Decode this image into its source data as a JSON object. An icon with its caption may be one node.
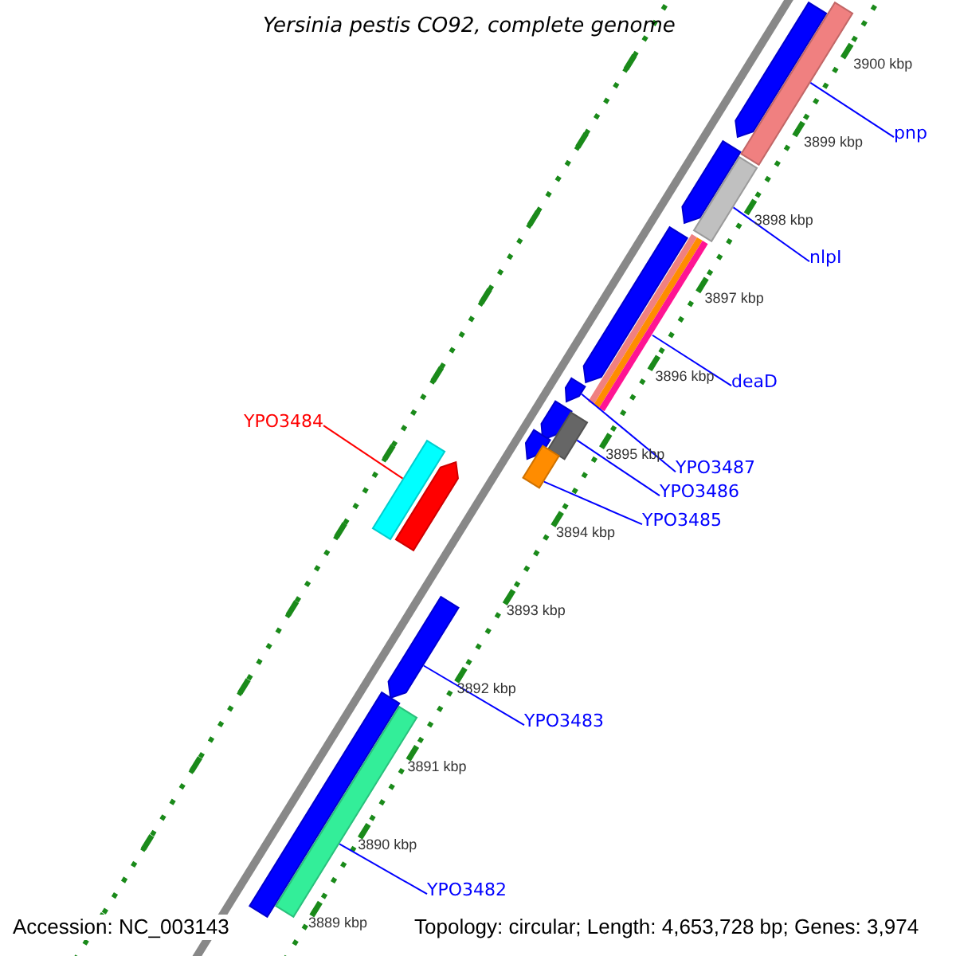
{
  "diagram": {
    "title": "Yersinia pestis CO92, complete genome",
    "nodes": [
      {
        "text": [
          "pnp"
        ]
      },
      {
        "text": [
          "nlpI"
        ]
      },
      {
        "text": [
          "deaD"
        ]
      },
      {
        "text": [
          "YPO3484"
        ]
      },
      {
        "text": [
          "YPO3487"
        ]
      },
      {
        "text": [
          "YPO3486"
        ]
      },
      {
        "text": [
          "YPO3485"
        ]
      },
      {
        "text": [
          "YPO3483"
        ]
      },
      {
        "text": [
          "YPO3482"
        ]
      },
      {
        "text": [],
        "shape": "bar"
      },
      {
        "text": [],
        "shape": "bar"
      },
      {
        "text": [],
        "shape": "bar"
      },
      {
        "text": [],
        "shape": "pentagon"
      },
      {
        "text": [],
        "shape": "bar"
      },
      {
        "text": [],
        "shape": "bar"
      },
      {
        "text": [],
        "shape": "bar"
      },
      {
        "text": [],
        "shape": "pentagon"
      },
      {
        "text": [],
        "shape": "bar"
      },
      {
        "text": [],
        "shape": "pentagon"
      },
      {
        "text": [],
        "shape": "pentagon"
      },
      {
        "text": [],
        "shape": "pentagon"
      },
      {
        "text": [],
        "shape": "pentagon"
      },
      {
        "text": [],
        "shape": "pentagon"
      },
      {
        "text": [],
        "shape": "bar"
      },
      {
        "text": [],
        "shape": "pentagon"
      }
    ],
    "edges": [
      {
        "from": 0,
        "to": 9,
        "arrow": "none"
      },
      {
        "from": 1,
        "to": 10,
        "arrow": "none"
      },
      {
        "from": 2,
        "to": 11,
        "arrow": "none"
      },
      {
        "from": 3,
        "to": 14,
        "arrow": "none",
        "color": "#ff0000"
      },
      {
        "from": 4,
        "to": 12,
        "arrow": "none"
      },
      {
        "from": 5,
        "to": 13,
        "arrow": "none"
      },
      {
        "from": 6,
        "to": 15,
        "arrow": "none"
      },
      {
        "from": 7,
        "to": 16,
        "arrow": "none"
      },
      {
        "from": 8,
        "to": 17,
        "arrow": "none"
      }
    ],
    "labels": [
      "3900 kbp",
      "3899 kbp",
      "3898 kbp",
      "3897 kbp",
      "3896 kbp",
      "3895 kbp",
      "3894 kbp",
      "3893 kbp",
      "3892 kbp",
      "3891 kbp",
      "3890 kbp",
      "3889 kbp",
      "Accession: NC_003143",
      "Topology: circular; Length: 4,653,728 bp; Genes: 3,974"
    ]
  }
}
